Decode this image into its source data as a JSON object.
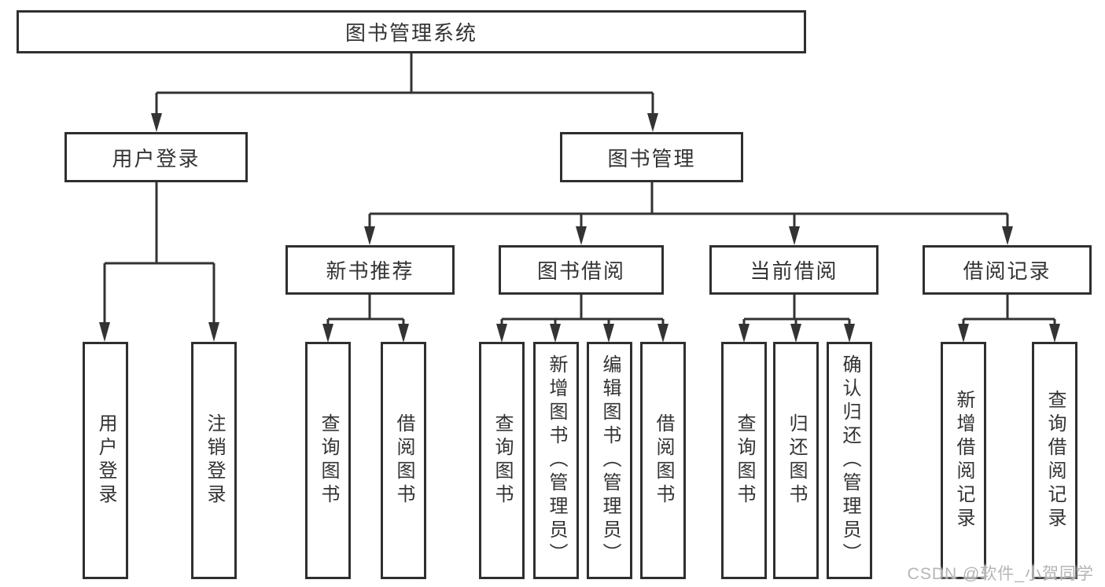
{
  "colors": {
    "line": "#333333",
    "box_border": "#2f2f2f",
    "text": "#333333",
    "watermark": "#b5b5b5",
    "background": "#ffffff"
  },
  "watermark": "CSDN @软件_小贺同学",
  "tree": {
    "root": {
      "label": "图书管理系统"
    },
    "login": {
      "label": "用户登录",
      "children": [
        "用户登录",
        "注销登录"
      ]
    },
    "management": {
      "label": "图书管理",
      "groups": [
        {
          "label": "新书推荐",
          "children": [
            "查询图书",
            "借阅图书"
          ]
        },
        {
          "label": "图书借阅",
          "children": [
            "查询图书",
            "新增图书（管理员）",
            "编辑图书（管理员）",
            "借阅图书"
          ]
        },
        {
          "label": "当前借阅",
          "children": [
            "查询图书",
            "归还图书",
            "确认归还（管理员）"
          ]
        },
        {
          "label": "借阅记录",
          "children": [
            "新增借阅记录",
            "查询借阅记录"
          ]
        }
      ]
    }
  }
}
